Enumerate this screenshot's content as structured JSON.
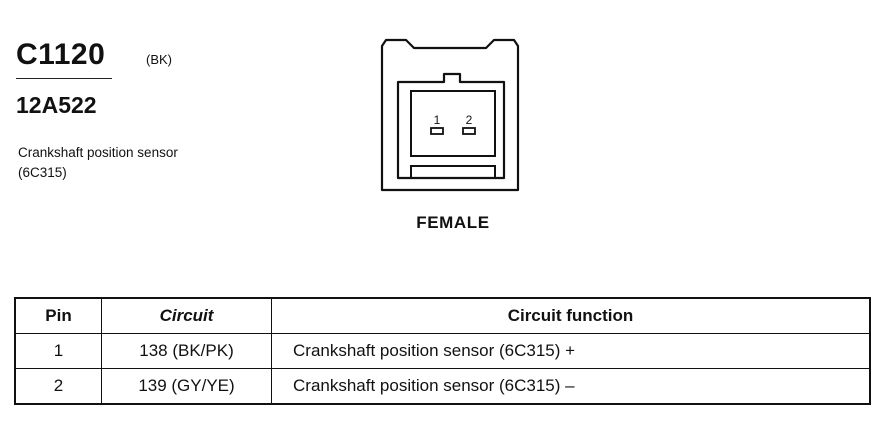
{
  "connector": {
    "id": "C1120",
    "color_code": "(BK)",
    "part_number": "12A522",
    "description": "Crankshaft position sensor (6C315)",
    "gender": "FEMALE",
    "pin_labels": [
      "1",
      "2"
    ]
  },
  "table": {
    "headers": [
      "Pin",
      "Circuit",
      "Circuit function"
    ],
    "rows": [
      {
        "pin": "1",
        "circuit": "138 (BK/PK)",
        "function": "Crankshaft position sensor (6C315) +"
      },
      {
        "pin": "2",
        "circuit": "139 (GY/YE)",
        "function": "Crankshaft position sensor (6C315) –"
      }
    ]
  }
}
